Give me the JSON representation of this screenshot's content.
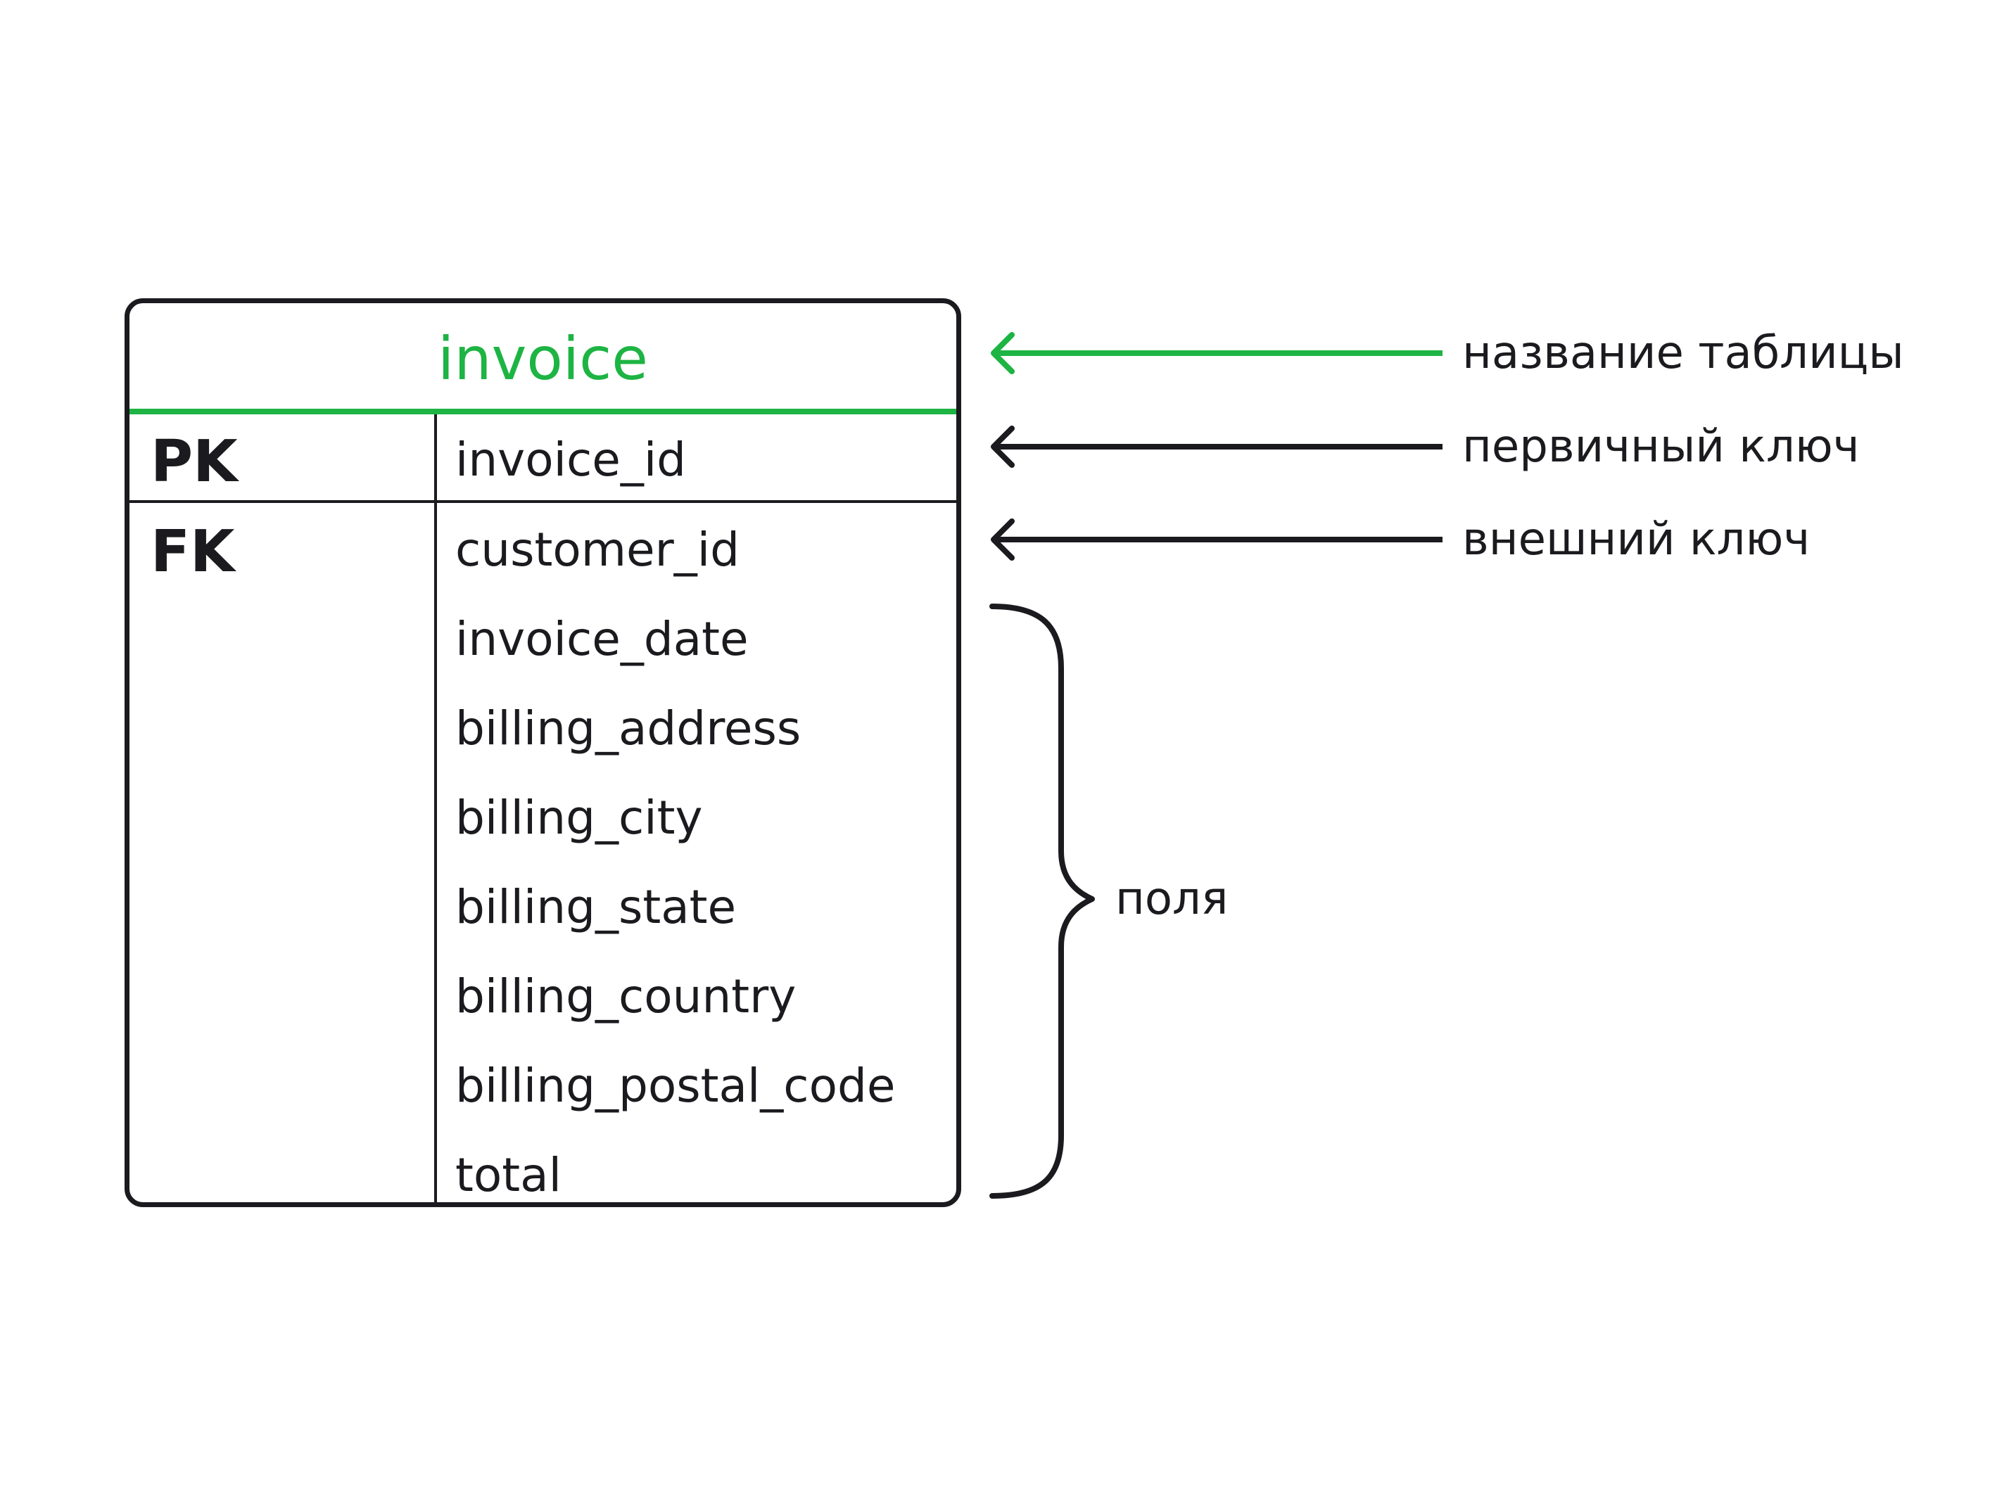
{
  "table": {
    "name": "invoice",
    "pk": {
      "label": "PK",
      "field": "invoice_id"
    },
    "fk": {
      "label": "FK",
      "field": "customer_id"
    },
    "fields": [
      "invoice_date",
      "billing_address",
      "billing_city",
      "billing_state",
      "billing_country",
      "billing_postal_code",
      "total"
    ]
  },
  "annotations": {
    "table_name": "название таблицы",
    "primary_key": "первичный ключ",
    "foreign_key": "внешний ключ",
    "fields": "поля"
  },
  "colors": {
    "accent": "#1db443",
    "ink": "#1b1b1f"
  }
}
